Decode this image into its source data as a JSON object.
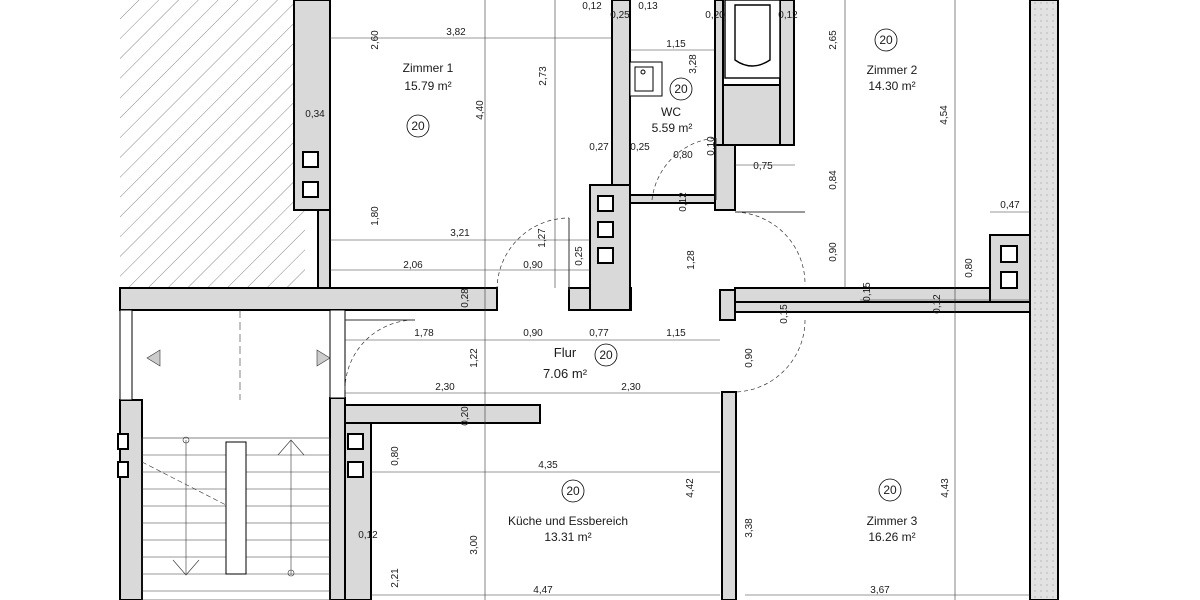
{
  "rooms": {
    "zimmer1": {
      "name": "Zimmer 1",
      "area": "15.79 m²",
      "tag": "20"
    },
    "zimmer2": {
      "name": "Zimmer 2",
      "area": "14.30 m²",
      "tag": "20"
    },
    "zimmer3": {
      "name": "Zimmer 3",
      "area": "16.26 m²",
      "tag": "20"
    },
    "wc": {
      "name": "WC",
      "area": "5.59 m²",
      "tag": "20"
    },
    "flur": {
      "name": "Flur",
      "area": "7.06 m²",
      "tag": "20"
    },
    "kueche": {
      "name": "Küche und Essbereich",
      "area": "13.31 m²",
      "tag": "20"
    }
  },
  "dimensions": {
    "d_012_top": "0,12",
    "d_025_top": "0,25",
    "d_013_top": "0,13",
    "d_020_top": "0,20",
    "d_012_top2": "0,12",
    "d_260": "2,60",
    "d_382": "3,82",
    "d_115_wc": "1,15",
    "d_328": "3,28",
    "d_265": "2,65",
    "d_273": "2,73",
    "d_034": "0,34",
    "d_440": "4,40",
    "d_454": "4,54",
    "d_027": "0,27",
    "d_025_wc": "0,25",
    "d_080_wc": "0,80",
    "d_010": "0,10",
    "d_075": "0,75",
    "d_084": "0,84",
    "d_012_wc": "0,12",
    "d_180": "1,80",
    "d_047": "0,47",
    "d_321": "3,21",
    "d_127": "1,27",
    "d_128": "1,28",
    "d_090_z2": "0,90",
    "d_025_z1": "0,25",
    "d_206": "2,06",
    "d_090_z1": "0,90",
    "d_080_z2": "0,80",
    "d_015_a": "0,15",
    "d_012_b": "0,12",
    "d_028": "0,28",
    "d_015_b": "0,15",
    "d_178": "1,78",
    "d_090_flur": "0,90",
    "d_077": "0,77",
    "d_115_flur": "1,15",
    "d_122": "1,22",
    "d_090_z3": "0,90",
    "d_230_a": "2,30",
    "d_230_b": "2,30",
    "d_020_flur": "0,20",
    "d_080_k": "0,80",
    "d_435": "4,35",
    "d_442": "4,42",
    "d_443": "4,43",
    "d_012_k": "0,12",
    "d_300": "3,00",
    "d_338": "3,38",
    "d_221": "2,21",
    "d_447": "4,47",
    "d_367": "3,67"
  },
  "colors": {
    "wall": "#000000",
    "wall_fill": "#d9d9d9",
    "hatch": "#555555",
    "text": "#1a1a1a"
  }
}
